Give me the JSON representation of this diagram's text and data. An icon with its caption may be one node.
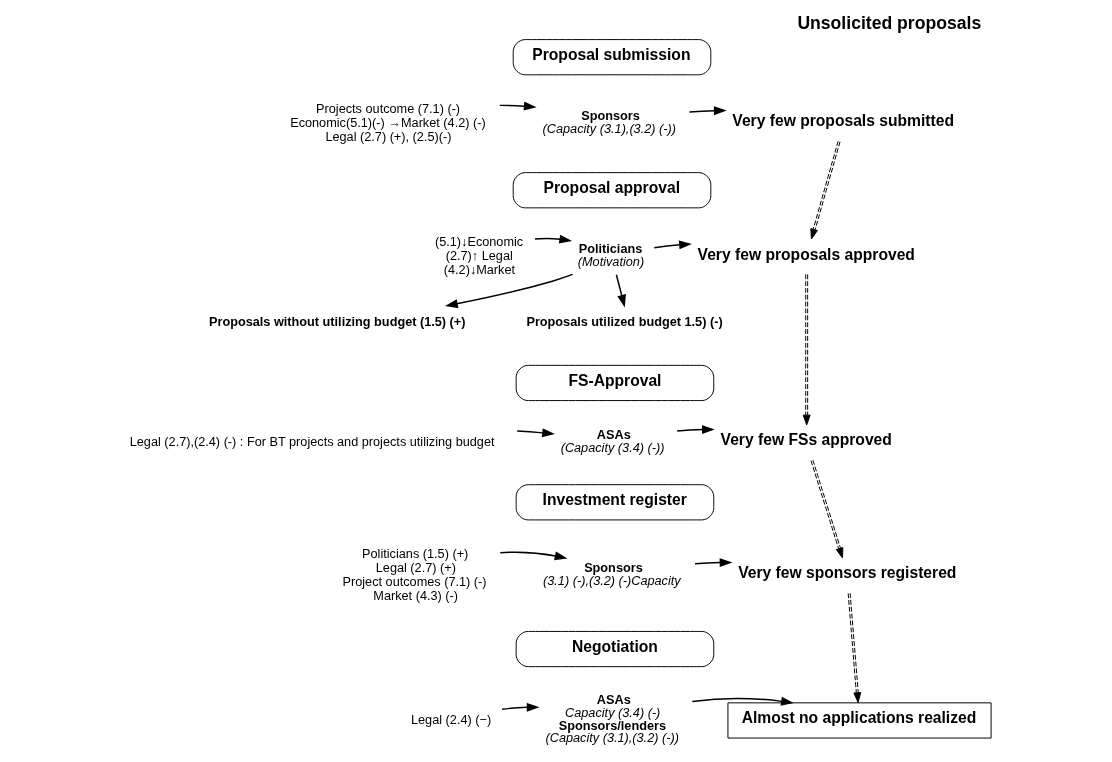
{
  "diagram": {
    "title": "Unsolicited proposals",
    "nodes": [
      {
        "text": [
          "Proposal submission"
        ]
      },
      {
        "text": [
          "Projects outcome (7.1) (-)",
          "Economic(5.1)(-) →Market (4.2) (-)",
          "Legal (2.7) (+), (2.5)(-)"
        ]
      },
      {
        "text": [
          "Sponsors",
          "(Capacity (3.1),(3.2) (-))"
        ]
      },
      {
        "text": [
          "Very few proposals submitted"
        ]
      },
      {
        "text": [
          "Proposal approval"
        ]
      },
      {
        "text": [
          "(5.1)↓Economic",
          "(2.7)↑ Legal",
          "(4.2)↓Market"
        ]
      },
      {
        "text": [
          "Politicians",
          "(Motivation)"
        ]
      },
      {
        "text": [
          "Very few proposals approved"
        ]
      },
      {
        "text": [
          "Proposals without utilizing budget (1.5) (+)"
        ]
      },
      {
        "text": [
          "Proposals utilized budget 1.5) (-)"
        ]
      },
      {
        "text": [
          "FS-Approval"
        ]
      },
      {
        "text": [
          "Legal (2.7),(2.4) (-) : For BT projects and projects utilizing budget"
        ]
      },
      {
        "text": [
          "ASAs",
          "(Capacity (3.4) (-))"
        ]
      },
      {
        "text": [
          "Very few FSs approved"
        ]
      },
      {
        "text": [
          "Investment register"
        ]
      },
      {
        "text": [
          "Politicians (1.5) (+)",
          "Legal (2.7) (+)",
          "Project outcomes (7.1) (-)",
          "Market (4.3) (-)"
        ]
      },
      {
        "text": [
          "Sponsors",
          "(3.1) (-),(3.2) (-)Capacity"
        ]
      },
      {
        "text": [
          "Very few sponsors registered"
        ]
      },
      {
        "text": [
          "Negotiation"
        ]
      },
      {
        "text": [
          "Legal (2.4) (−)"
        ]
      },
      {
        "text": [
          "ASAs",
          "Capacity (3.4) (-)",
          "Sponsors/lenders",
          "(Capacity (3.1),(3.2) (-))"
        ]
      },
      {
        "text": [
          "Almost no applications realized"
        ]
      }
    ],
    "edges": [
      {
        "from": 1,
        "to": 2,
        "arrow": "to"
      },
      {
        "from": 2,
        "to": 3,
        "arrow": "to"
      },
      {
        "from": 3,
        "to": 7,
        "arrow": "to",
        "style": "dashed"
      },
      {
        "from": 5,
        "to": 6,
        "arrow": "to"
      },
      {
        "from": 6,
        "to": 7,
        "arrow": "to"
      },
      {
        "from": 6,
        "to": 8,
        "arrow": "to"
      },
      {
        "from": 6,
        "to": 9,
        "arrow": "to"
      },
      {
        "from": 7,
        "to": 13,
        "arrow": "to",
        "style": "dashed"
      },
      {
        "from": 11,
        "to": 12,
        "arrow": "to"
      },
      {
        "from": 12,
        "to": 13,
        "arrow": "to"
      },
      {
        "from": 13,
        "to": 17,
        "arrow": "to",
        "style": "dashed"
      },
      {
        "from": 15,
        "to": 16,
        "arrow": "to"
      },
      {
        "from": 16,
        "to": 17,
        "arrow": "to"
      },
      {
        "from": 17,
        "to": 21,
        "arrow": "to",
        "style": "dashed"
      },
      {
        "from": 19,
        "to": 20,
        "arrow": "to"
      },
      {
        "from": 20,
        "to": 21,
        "arrow": "to"
      }
    ]
  }
}
